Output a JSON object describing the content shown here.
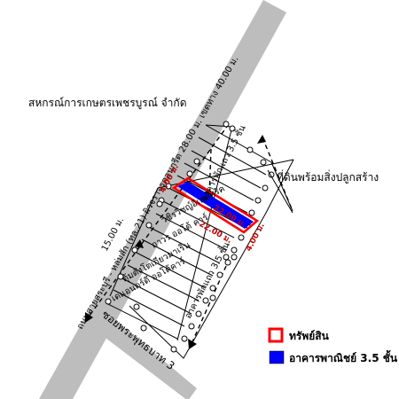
{
  "roads": {
    "main_road": "ถนนสายสระบุรี - หล่มสัก (ทล.21) ผิวจราจรคอนกรีต 28.00 ม. เขตทาง 40.00 ม.",
    "soi": "ซอยพระพุทธบาท 3"
  },
  "places": {
    "cooperative": "สหกรณ์การเกษตรเพชรบูรณ์ จำกัด",
    "land_with_buildings": "ที่ดินพร้อมสิ่งปลูกสร้าง",
    "building_row_top": "อาคารพักแถว 3.5 ชั้น",
    "building_row_bottom": "อาคารพักแถว 3.5 ชั้น",
    "shop_1": "วชิรวิชญ์อิเลคทริค",
    "shop_2": "ถาวร ออโต้ คาร์",
    "shop_3": "ตุ้มตังโตเกียวมาเร็น",
    "shop_4": "เดแอนดร์ดี ออโต้คาร์"
  },
  "dimensions": {
    "front_width": "4.00 ม.",
    "back_width": "4.00 ม.",
    "depth_top": "22.00 ม.",
    "depth_bottom": "22.00 ม.",
    "road_setback": "15.00 ม."
  },
  "legend": {
    "property": "ทรัพย์สิน",
    "commercial": "อาคารพาณิชย์ 3.5 ชั้น",
    "property_color": "#ff0000",
    "commercial_color": "#0000ff"
  }
}
